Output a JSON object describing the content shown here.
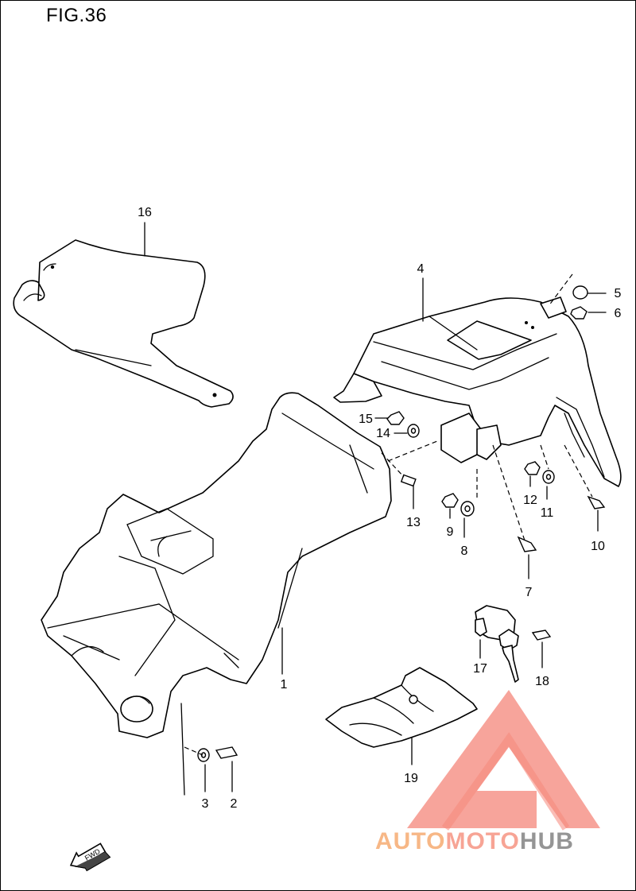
{
  "figure": {
    "title": "FIG.36"
  },
  "parts": [
    {
      "id": "1",
      "label": "1"
    },
    {
      "id": "2",
      "label": "2"
    },
    {
      "id": "3",
      "label": "3"
    },
    {
      "id": "4",
      "label": "4"
    },
    {
      "id": "5",
      "label": "5"
    },
    {
      "id": "6",
      "label": "6"
    },
    {
      "id": "7",
      "label": "7"
    },
    {
      "id": "8",
      "label": "8"
    },
    {
      "id": "9",
      "label": "9"
    },
    {
      "id": "10",
      "label": "10"
    },
    {
      "id": "11",
      "label": "11"
    },
    {
      "id": "12",
      "label": "12"
    },
    {
      "id": "13",
      "label": "13"
    },
    {
      "id": "14",
      "label": "14"
    },
    {
      "id": "15",
      "label": "15"
    },
    {
      "id": "16",
      "label": "16"
    },
    {
      "id": "17",
      "label": "17"
    },
    {
      "id": "18",
      "label": "18"
    },
    {
      "id": "19",
      "label": "19"
    }
  ],
  "direction_badge": "FWD",
  "watermark": {
    "part1": "AUTO",
    "part2": "MOTO",
    "part3": "HUB",
    "color_main": "#f79b8a",
    "color_hub": "#8a8a8a",
    "logo_color": "#f47a6c"
  }
}
